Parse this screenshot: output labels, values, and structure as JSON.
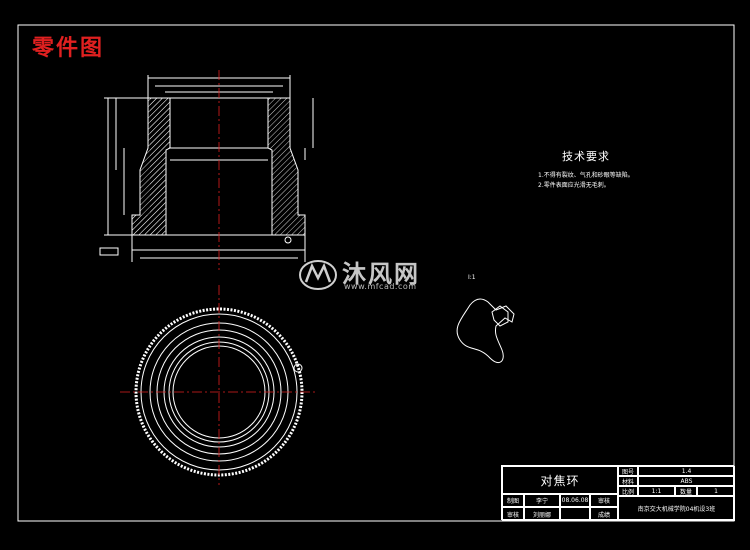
{
  "drawing_label": "零件图",
  "technical_requirements": {
    "title": "技术要求",
    "lines": [
      "1.不得有裂纹、气孔和砂眼等缺陷。",
      "2.零件表面应光滑无毛刺。"
    ]
  },
  "detail_view_label": "I:1",
  "watermark": {
    "brand": "沐风网",
    "url": "www.mfcad.com"
  },
  "title_block": {
    "part_name": "对焦环",
    "drawing_no_label": "图号",
    "drawing_no_value": "1.4",
    "material_label": "材料",
    "material_value": "ABS",
    "scale_label": "比例",
    "scale_value": "1:1",
    "quantity_label": "数量",
    "quantity_value": "1",
    "drawn_label": "制图",
    "drawn_name": "李宁",
    "drawn_date": "08.06.08",
    "review_label": "审核",
    "checked_label": "审核",
    "checked_name": "刘丽娜",
    "grade_label": "成绩",
    "school": "南京交大机械学院04机设3班"
  },
  "colors": {
    "background": "#000000",
    "lines": "#ffffff",
    "center_lines": "#e02020",
    "dimension": "#ffffff",
    "label_red": "#e02020"
  }
}
